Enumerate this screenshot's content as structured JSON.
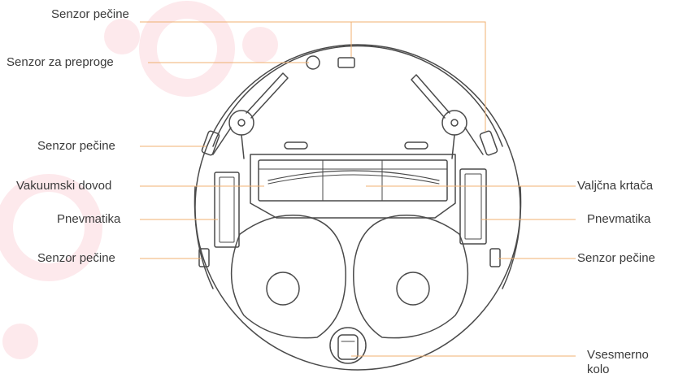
{
  "labels": {
    "cliff_top": "Senzor pečine",
    "carpet_sensor": "Senzor za preproge",
    "cliff_left_upper": "Senzor pečine",
    "vacuum_inlet": "Vakuumski dovod",
    "tire_left": "Pnevmatika",
    "cliff_left_lower": "Senzor pečine",
    "roller_brush": "Valjčna krtača",
    "tire_right": "Pnevmatika",
    "cliff_right_lower": "Senzor pečine",
    "omni_wheel": "Vsesmerno\nkolo"
  },
  "colors": {
    "leader_line": "#f0b070",
    "outline": "#4a4a4a",
    "label_text": "#3a3a3a",
    "watermark": "#fde9ec"
  }
}
